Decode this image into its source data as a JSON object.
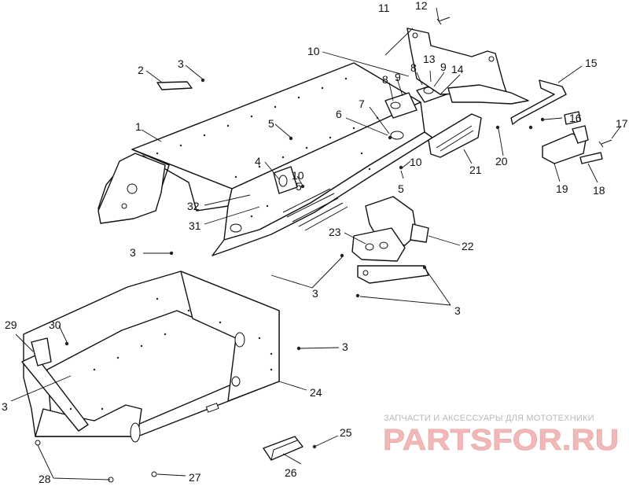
{
  "callouts": [
    {
      "id": "c1",
      "text": "1"
    },
    {
      "id": "c2",
      "text": "2"
    },
    {
      "id": "c3a",
      "text": "3"
    },
    {
      "id": "c3b",
      "text": "3"
    },
    {
      "id": "c3c",
      "text": "3"
    },
    {
      "id": "c3d",
      "text": "3"
    },
    {
      "id": "c3e",
      "text": "3"
    },
    {
      "id": "c3f",
      "text": "3"
    },
    {
      "id": "c4",
      "text": "4"
    },
    {
      "id": "c5a",
      "text": "5"
    },
    {
      "id": "c5b",
      "text": "5"
    },
    {
      "id": "c5c",
      "text": "5"
    },
    {
      "id": "c6",
      "text": "6"
    },
    {
      "id": "c7",
      "text": "7"
    },
    {
      "id": "c8a",
      "text": "8"
    },
    {
      "id": "c8b",
      "text": "8"
    },
    {
      "id": "c9a",
      "text": "9"
    },
    {
      "id": "c9b",
      "text": "9"
    },
    {
      "id": "c10a",
      "text": "10"
    },
    {
      "id": "c10b",
      "text": "10"
    },
    {
      "id": "c10c",
      "text": "10"
    },
    {
      "id": "c11",
      "text": "11"
    },
    {
      "id": "c12",
      "text": "12"
    },
    {
      "id": "c13",
      "text": "13"
    },
    {
      "id": "c14",
      "text": "14"
    },
    {
      "id": "c15",
      "text": "15"
    },
    {
      "id": "c16",
      "text": "16"
    },
    {
      "id": "c17",
      "text": "17"
    },
    {
      "id": "c18",
      "text": "18"
    },
    {
      "id": "c19",
      "text": "19"
    },
    {
      "id": "c20",
      "text": "20"
    },
    {
      "id": "c21",
      "text": "21"
    },
    {
      "id": "c22",
      "text": "22"
    },
    {
      "id": "c23",
      "text": "23"
    },
    {
      "id": "c24",
      "text": "24"
    },
    {
      "id": "c25",
      "text": "25"
    },
    {
      "id": "c26",
      "text": "26"
    },
    {
      "id": "c27",
      "text": "27"
    },
    {
      "id": "c28",
      "text": "28"
    },
    {
      "id": "c29",
      "text": "29"
    },
    {
      "id": "c30",
      "text": "30"
    },
    {
      "id": "c31",
      "text": "31"
    },
    {
      "id": "c32",
      "text": "32"
    }
  ],
  "watermark": {
    "tagline": "ЗАПЧАСТИ И АКСЕССУАРЫ ДЛЯ МОТОТЕХНИКИ",
    "brand": "PARTSFOR.RU",
    "color": "#e8a0a0"
  }
}
